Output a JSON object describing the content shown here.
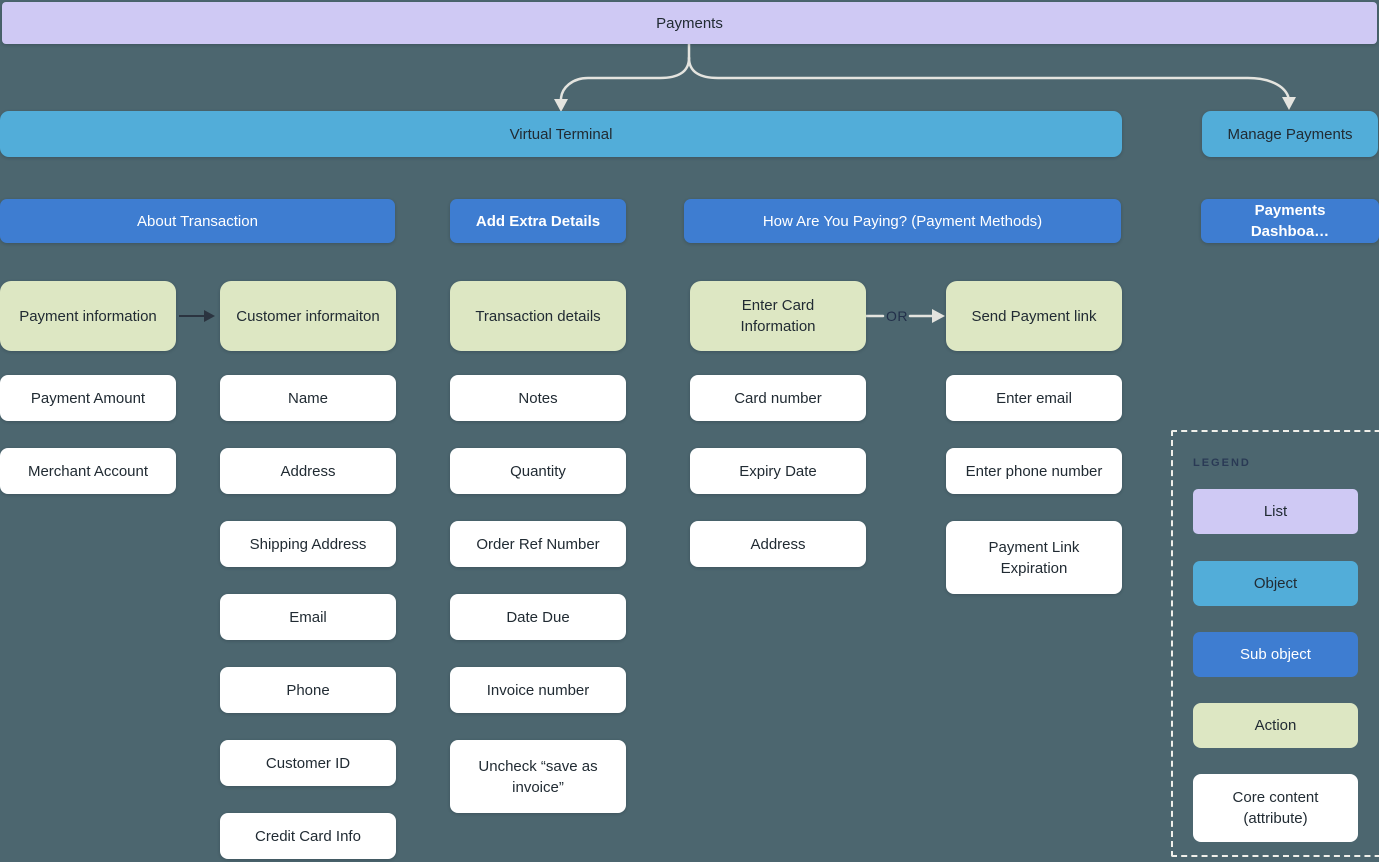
{
  "palette": {
    "background": "#4C666F",
    "list": "#CFC9F4",
    "object": "#52ADD9",
    "sub_object": "#3E7DD1",
    "action": "#DDE7C3",
    "core": "#FFFFFF",
    "dark_text": "#212B33",
    "light_text": "#FFFFFF",
    "or_text": "#22304A",
    "connector_light": "#E4E4DF",
    "connector_dark": "#2B3440",
    "legend_border": "#EFEFEA",
    "legend_title": "#2A3A55"
  },
  "root": {
    "label": "Payments"
  },
  "objects": {
    "virtual_terminal": "Virtual Terminal",
    "manage_payments": "Manage Payments"
  },
  "sub_objects": {
    "about_transaction": "About Transaction",
    "add_extra_details": "Add Extra Details",
    "payment_methods": "How Are You Paying? (Payment Methods)",
    "payments_dashboard": "Payments Dashboa…"
  },
  "or_label": "OR",
  "columns": [
    {
      "action": "Payment information",
      "items": [
        "Payment Amount",
        "Merchant Account"
      ]
    },
    {
      "action": "Customer informaiton",
      "items": [
        "Name",
        "Address",
        "Shipping Address",
        "Email",
        "Phone",
        "Customer ID",
        "Credit Card Info"
      ]
    },
    {
      "action": "Transaction details",
      "items": [
        "Notes",
        "Quantity",
        "Order Ref Number",
        "Date Due",
        "Invoice number",
        "Uncheck “save as invoice”"
      ]
    },
    {
      "action": "Enter Card Information",
      "items": [
        "Card number",
        "Expiry Date",
        "Address"
      ]
    },
    {
      "action": "Send Payment link",
      "items": [
        "Enter email",
        "Enter phone number",
        "Payment Link Expiration"
      ]
    }
  ],
  "legend": {
    "title": "LEGEND",
    "items": [
      {
        "label": "List"
      },
      {
        "label": "Object"
      },
      {
        "label": "Sub object"
      },
      {
        "label": "Action"
      },
      {
        "label": "Core content (attribute)"
      }
    ]
  }
}
